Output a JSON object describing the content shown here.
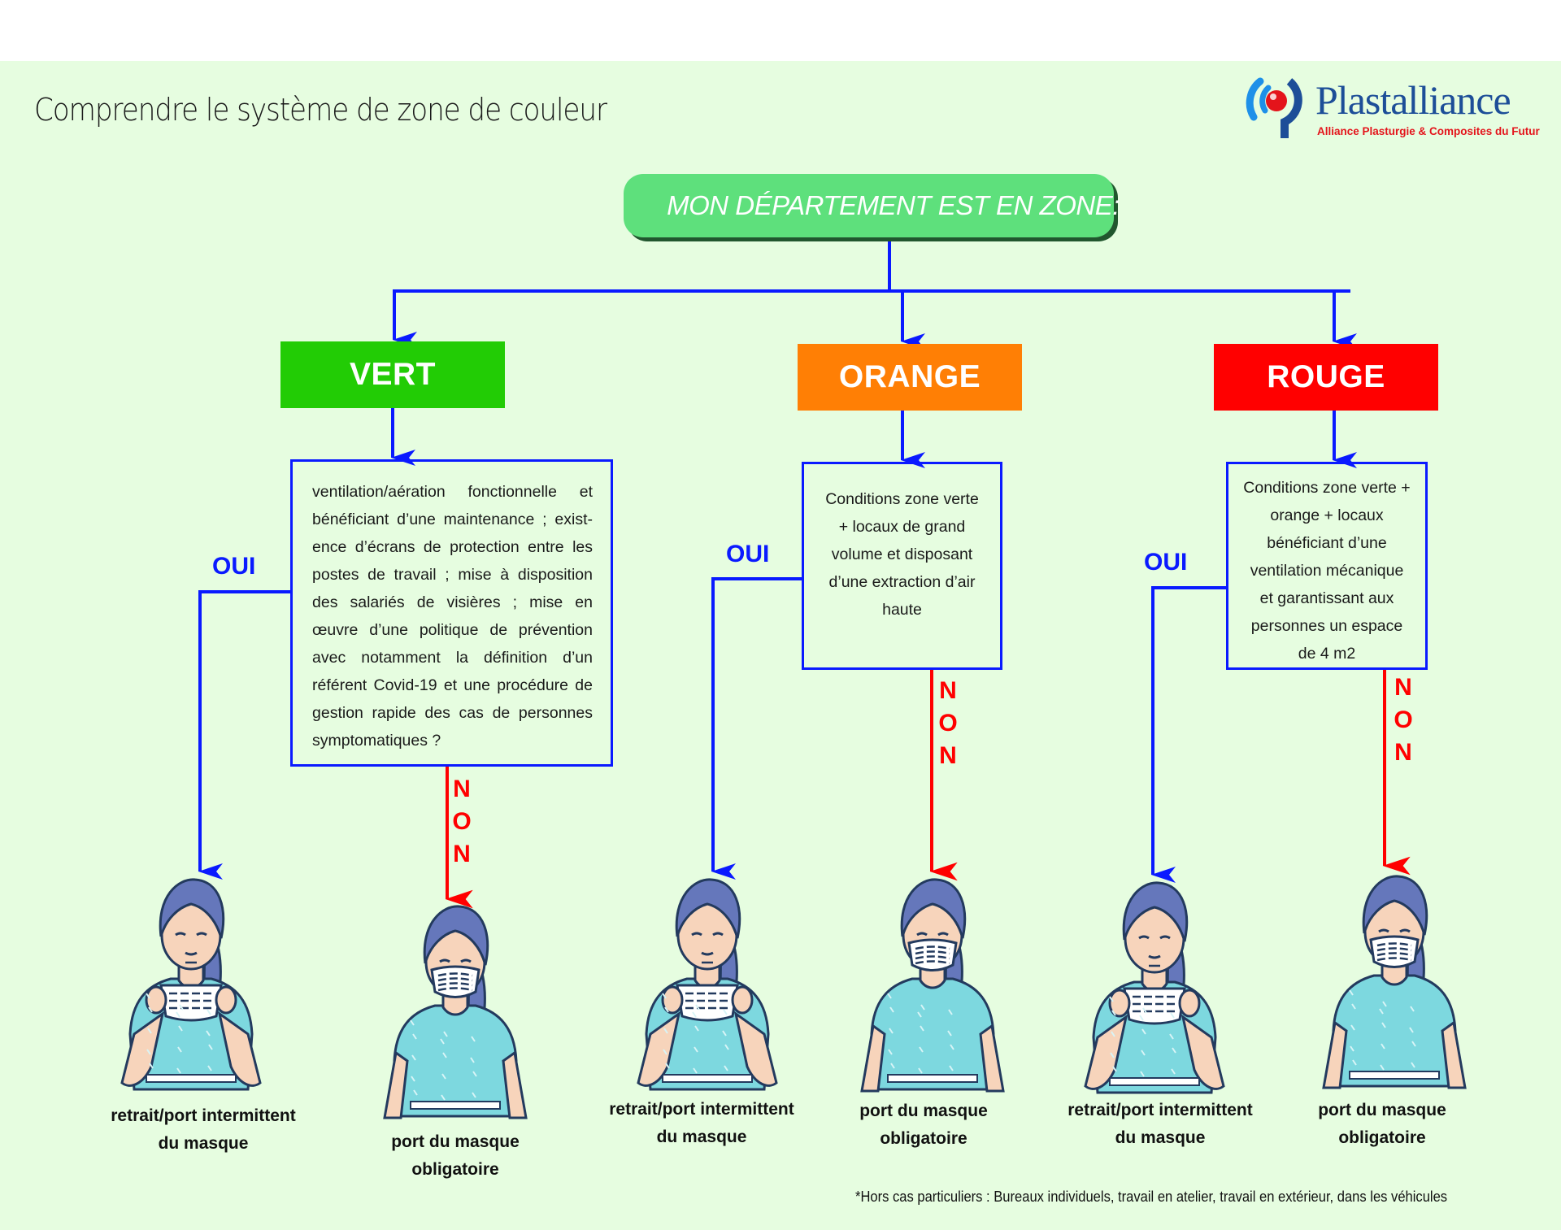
{
  "header": {
    "title": "Comprendre le système de zone de couleur",
    "logo": {
      "name": "Plastalliance",
      "tagline": "Alliance Plasturgie & Composites du Futur",
      "icon": "plastalliance-logo-icon",
      "colors": {
        "name": "#1d4e98",
        "tagline": "#e4141b",
        "arc": "#1e90e8",
        "ball": "#e4141b"
      }
    }
  },
  "flowchart": {
    "start": "MON DÉPARTEMENT EST EN ZONE:",
    "zones": [
      {
        "id": "vert",
        "label": "VERT",
        "color": "#22cc05",
        "condition": "ventilation/aération fonctionnelle et bénéficiant d’une maintenance ; exist- ence d’écrans de protection entre les postes de travail ; mise à disposition des salariés de visières ; mise en œuvre d’une politique de prévention avec notamment la définition d’un référent Covid-19 et une procédure de gestion rapide des cas de personnes symptomatiques ?",
        "yes_label": "OUI",
        "no_label": [
          "N",
          "O",
          "N"
        ],
        "yes_outcome": [
          "retrait/port intermittent",
          "du masque"
        ],
        "no_outcome": [
          "port du masque",
          "obligatoire"
        ]
      },
      {
        "id": "orange",
        "label": "ORANGE",
        "color": "#ff7f05",
        "condition_lines": [
          "Conditions zone verte",
          "+ locaux de grand",
          "volume et disposant",
          "d’une extraction d’air",
          "haute"
        ],
        "yes_label": "OUI",
        "no_label": [
          "N",
          "O",
          "N"
        ],
        "yes_outcome": [
          "retrait/port intermittent",
          "du masque"
        ],
        "no_outcome": [
          "port du masque",
          "obligatoire"
        ]
      },
      {
        "id": "rouge",
        "label": "ROUGE",
        "color": "#ff0000",
        "condition_lines": [
          "Conditions zone verte +",
          "orange +  locaux",
          "bénéficiant d’une",
          "ventilation mécanique",
          "et garantissant aux",
          "personnes un espace",
          "de 4 m2"
        ],
        "yes_label": "OUI",
        "no_label": [
          "N",
          "O",
          "N"
        ],
        "yes_outcome": [
          "retrait/port intermittent",
          "du masque"
        ],
        "no_outcome": [
          "port du masque",
          "obligatoire"
        ]
      }
    ],
    "colors": {
      "yes_arrow": "#0a1aff",
      "no_arrow": "#ff0000",
      "start_box": "#5ee07c",
      "background": "#e6fde0"
    },
    "illustrations": {
      "yes": "woman-holding-mask-icon",
      "no": "woman-wearing-mask-icon"
    }
  },
  "footnote": "*Hors cas particuliers : Bureaux individuels, travail en atelier, travail en extérieur, dans les véhicules"
}
